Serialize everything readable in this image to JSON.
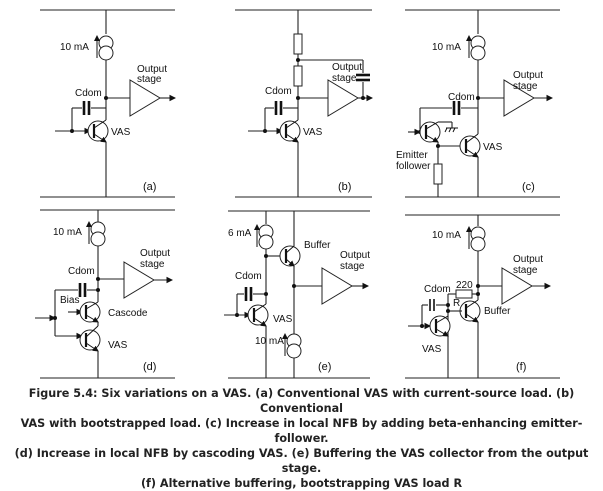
{
  "panels": {
    "a": {
      "id": "(a)",
      "current": "10 mA",
      "cdom": "Cdom",
      "vas": "VAS",
      "out1": "Output",
      "out2": "stage"
    },
    "b": {
      "id": "(b)",
      "cdom": "Cdom",
      "vas": "VAS",
      "out1": "Output",
      "out2": "stage"
    },
    "c": {
      "id": "(c)",
      "current": "10 mA",
      "cdom": "Cdom",
      "vas": "VAS",
      "ef1": "Emitter",
      "ef2": "follower",
      "out1": "Output",
      "out2": "stage"
    },
    "d": {
      "id": "(d)",
      "current": "10 mA",
      "cdom": "Cdom",
      "bias": "Bias",
      "cascode": "Cascode",
      "vas": "VAS",
      "out1": "Output",
      "out2": "stage"
    },
    "e": {
      "id": "(e)",
      "current": "6 mA",
      "current2": "10 mA",
      "cdom": "Cdom",
      "buffer": "Buffer",
      "vas": "VAS",
      "out1": "Output",
      "out2": "stage"
    },
    "f": {
      "id": "(f)",
      "current": "10 mA",
      "cdom": "Cdom",
      "r220": "220",
      "r": "R",
      "buffer": "Buffer",
      "vas": "VAS",
      "out1": "Output",
      "out2": "stage"
    }
  },
  "caption": [
    "Figure 5.4:  Six variations on a VAS. (a) Conventional VAS with current-source load. (b) Conventional",
    "VAS with bootstrapped load. (c) Increase in local NFB by adding beta-enhancing emitter-follower.",
    "(d) Increase in local NFB by cascoding VAS. (e) Buffering the VAS collector from the output stage.",
    "(f) Alternative buffering, bootstrapping VAS load R"
  ]
}
